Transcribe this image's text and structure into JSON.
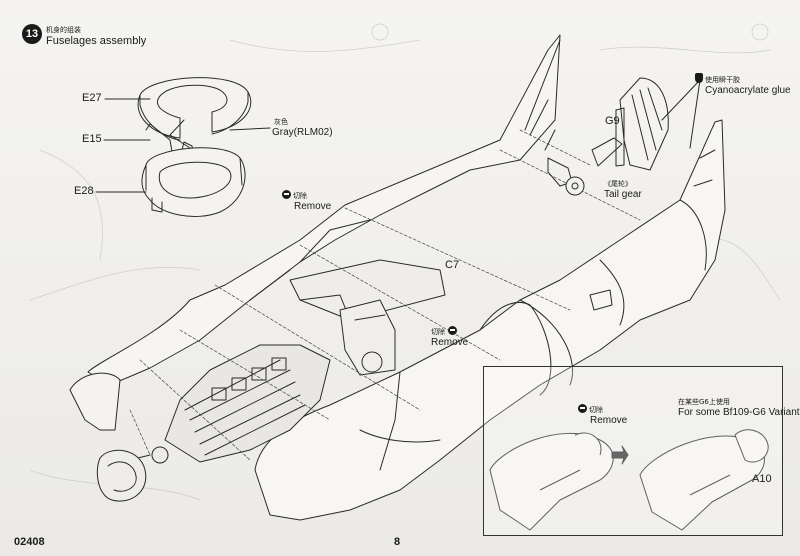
{
  "step": {
    "number": "13",
    "title_cn": "机身的组装",
    "title_en": "Fuselages assembly"
  },
  "parts": {
    "e27": "E27",
    "e15": "E15",
    "e28": "E28",
    "g9": "G9",
    "c7": "C7",
    "a10": "A10"
  },
  "paint": {
    "cn": "灰色",
    "en": "Gray(RLM02)"
  },
  "remove_notes": {
    "upper": {
      "cn": "切除",
      "en": "Remove"
    },
    "middle": {
      "cn": "切除",
      "en": "Remove"
    },
    "inset": {
      "cn": "切除",
      "en": "Remove"
    }
  },
  "glue": {
    "cn": "使用瞬干胶",
    "en": "Cyanoacrylate glue",
    "icon": "glue-bottle-icon"
  },
  "tail_gear": {
    "cn": "《尾轮》",
    "en": "Tail gear"
  },
  "variant_note": {
    "cn": "在某些G6上使用",
    "en": "For some Bf109-G6 Variant"
  },
  "footer": {
    "code": "02408",
    "page": "8"
  }
}
